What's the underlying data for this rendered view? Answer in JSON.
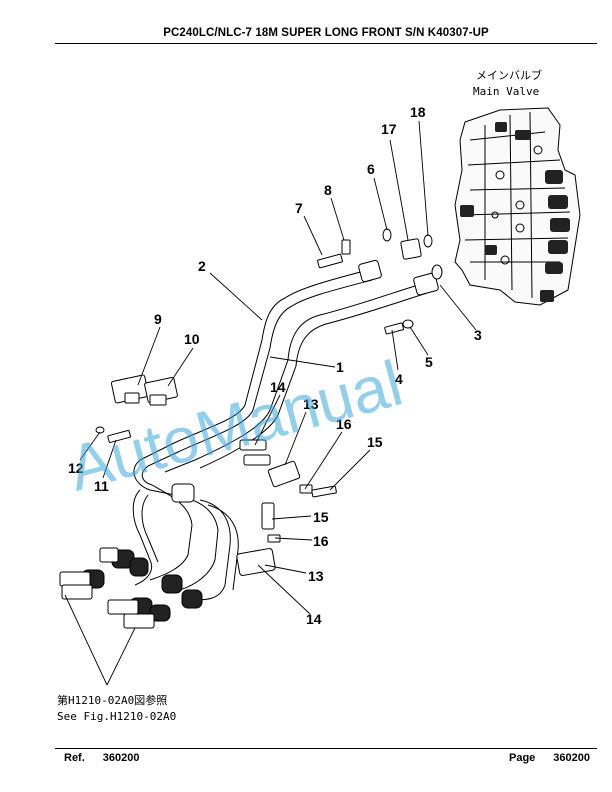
{
  "header": {
    "title": "PC240LC/NLC-7 18M SUPER LONG FRONT S/N K40307-UP"
  },
  "footer": {
    "ref_label": "Ref.",
    "ref_number": "360200",
    "page_label": "Page",
    "page_number": "360200"
  },
  "diagram": {
    "main_valve_label_jp": "メインバルブ",
    "main_valve_label_en": "Main Valve",
    "see_fig_jp": "第H1210-02A0図参照",
    "see_fig_en": "See Fig.H1210-02A0",
    "watermark": "AutoManual",
    "callouts": {
      "c1": "1",
      "c2": "2",
      "c3": "3",
      "c4": "4",
      "c5": "5",
      "c6": "6",
      "c7": "7",
      "c8": "8",
      "c9": "9",
      "c10": "10",
      "c11": "11",
      "c12": "12",
      "c13a": "13",
      "c13b": "13",
      "c14a": "14",
      "c14b": "14",
      "c15a": "15",
      "c15b": "15",
      "c16a": "16",
      "c16b": "16",
      "c17": "17",
      "c18": "18"
    }
  }
}
